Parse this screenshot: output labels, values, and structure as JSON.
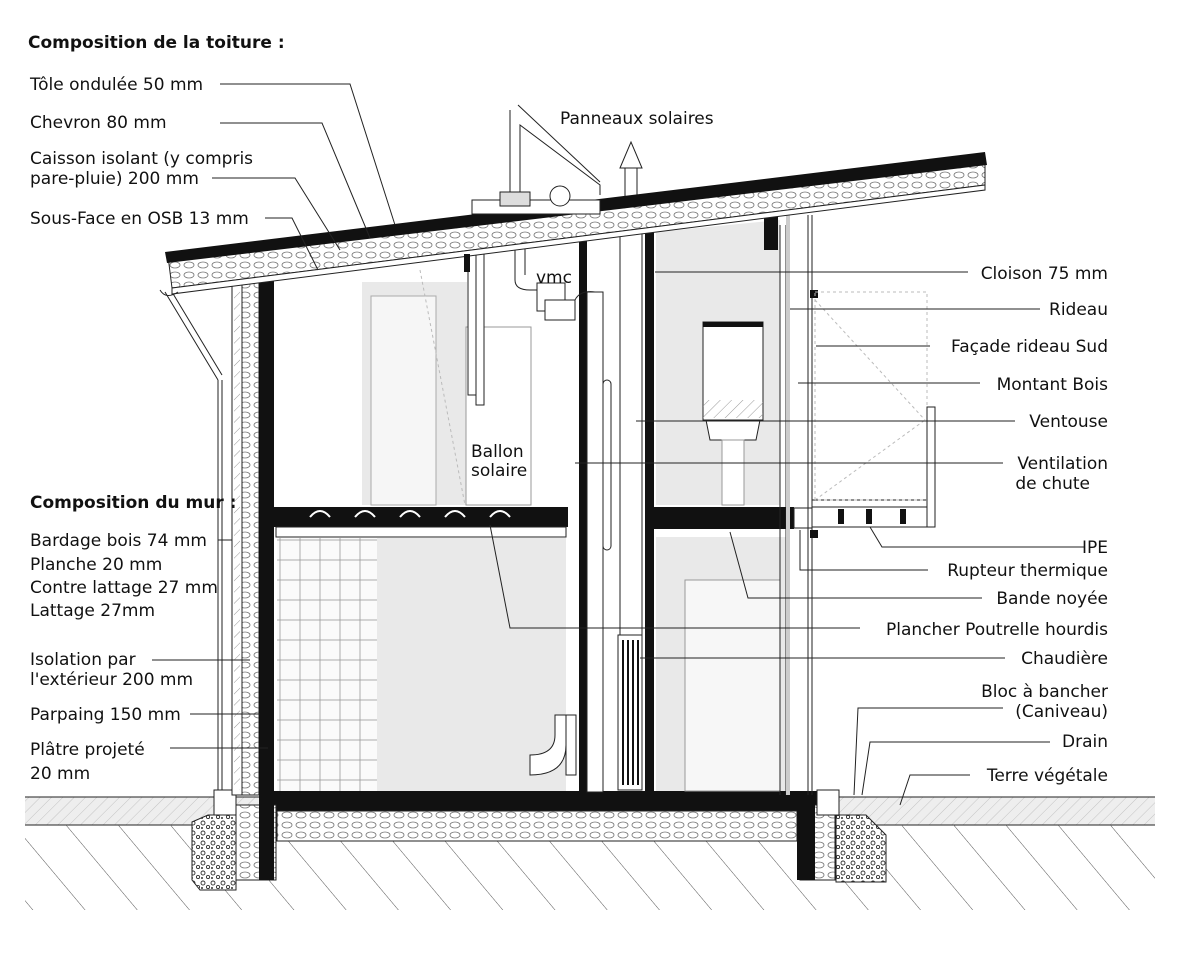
{
  "headings": {
    "roof": "Composition de la toiture :",
    "wall": "Composition du mur :"
  },
  "roof_layers": [
    "Tôle ondulée 50 mm",
    "Chevron 80 mm",
    "Caisson isolant (y compris",
    "pare-pluie) 200 mm",
    "Sous-Face en OSB 13 mm"
  ],
  "wall_layers": [
    "Bardage bois 74 mm",
    "Planche 20 mm",
    "Contre lattage 27 mm",
    "Lattage 27mm",
    "Isolation par",
    "l'extérieur 200 mm",
    "Parpaing 150 mm",
    "Plâtre projeté",
    "20 mm"
  ],
  "inner_labels": {
    "solar_panels": "Panneaux solaires",
    "vmc": "vmc",
    "tank_1": "Ballon",
    "tank_2": "solaire"
  },
  "right_labels": [
    "Cloison 75 mm",
    "Rideau",
    "Façade rideau Sud",
    "Montant Bois",
    "Ventouse",
    "Ventilation",
    "de chute",
    "IPE",
    "Rupteur thermique",
    "Bande noyée",
    "Plancher Poutrelle hourdis",
    "Chaudière",
    "Bloc à bancher",
    "(Caniveau)",
    "Drain",
    "Terre végétale"
  ]
}
